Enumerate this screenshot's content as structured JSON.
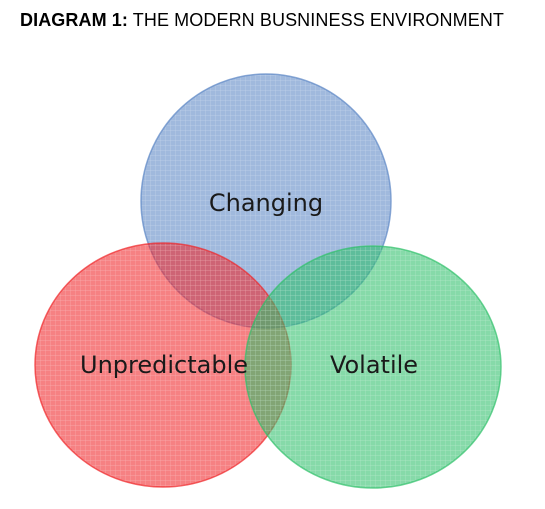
{
  "title": {
    "prefix": "DIAGRAM 1:",
    "text": " THE MODERN BUSNINESS ENVIRONMENT"
  },
  "diagram": {
    "circles": [
      {
        "id": "changing",
        "label": "Changing",
        "color": "#5b86c4"
      },
      {
        "id": "unpredictable",
        "label": "Unpredictable",
        "color": "#f0262a"
      },
      {
        "id": "volatile",
        "label": "Volatile",
        "color": "#2fc06a"
      }
    ]
  }
}
